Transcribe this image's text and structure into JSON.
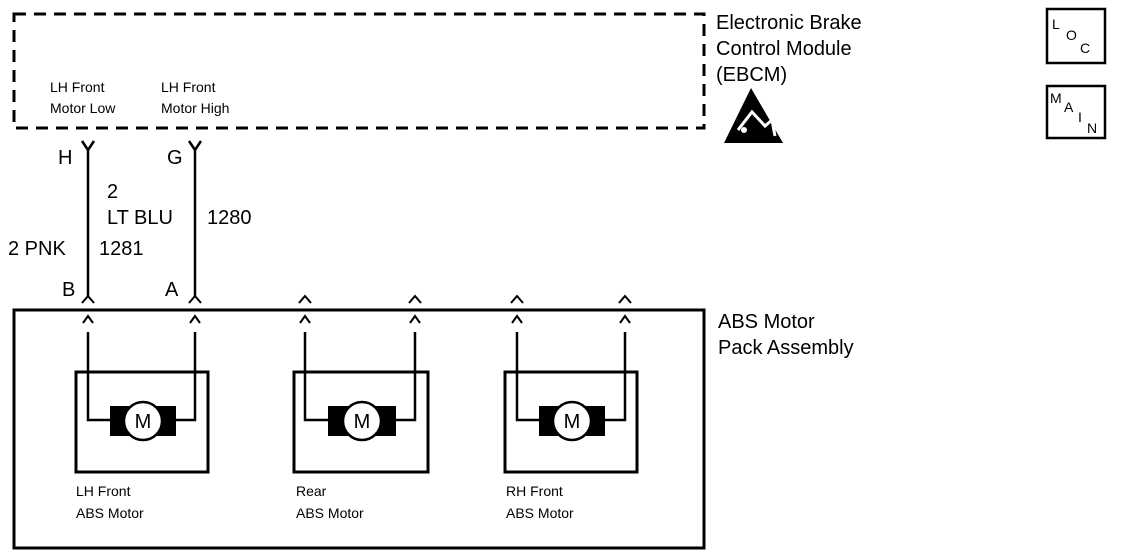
{
  "ebcm": {
    "title_line1": "Electronic Brake",
    "title_line2": "Control Module",
    "title_line3": "(EBCM)",
    "pin_low_line1": "LH Front",
    "pin_low_line2": "Motor Low",
    "pin_high_line1": "LH Front",
    "pin_high_line2": "Motor High"
  },
  "connectors": {
    "ebcm_h": "H",
    "ebcm_g": "G",
    "pack_b": "B",
    "pack_a": "A"
  },
  "wires": {
    "pnk": {
      "gauge_color": "2 PNK",
      "circuit": "1281"
    },
    "ltblu": {
      "gauge": "2",
      "color": "LT BLU",
      "circuit": "1280"
    }
  },
  "pack": {
    "title_line1": "ABS Motor",
    "title_line2": "Pack Assembly"
  },
  "motors": [
    {
      "symbol": "M",
      "label_line1": "LH Front",
      "label_line2": "ABS Motor"
    },
    {
      "symbol": "M",
      "label_line1": "Rear",
      "label_line2": "ABS Motor"
    },
    {
      "symbol": "M",
      "label_line1": "RH Front",
      "label_line2": "ABS Motor"
    }
  ],
  "icons": {
    "loc": {
      "l": "L",
      "o": "O",
      "c": "C"
    },
    "main": {
      "m": "M",
      "a": "A",
      "i": "I",
      "n": "N"
    }
  }
}
